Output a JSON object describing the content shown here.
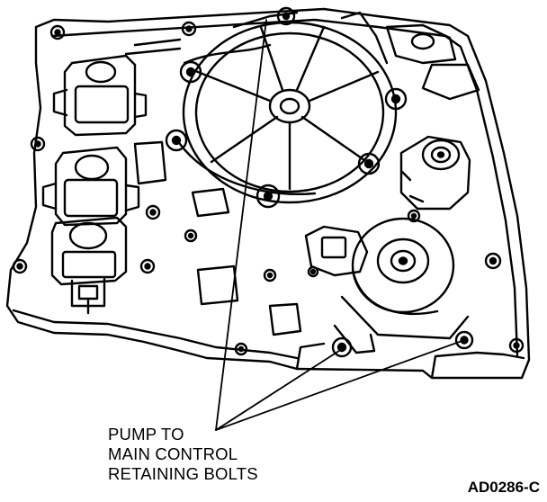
{
  "callout": {
    "lines": [
      "PUMP TO",
      "MAIN CONTROL",
      "RETAINING BOLTS"
    ]
  },
  "figure_id": "AD0286-C",
  "colors": {
    "ink": "#000000",
    "paper": "#ffffff"
  }
}
